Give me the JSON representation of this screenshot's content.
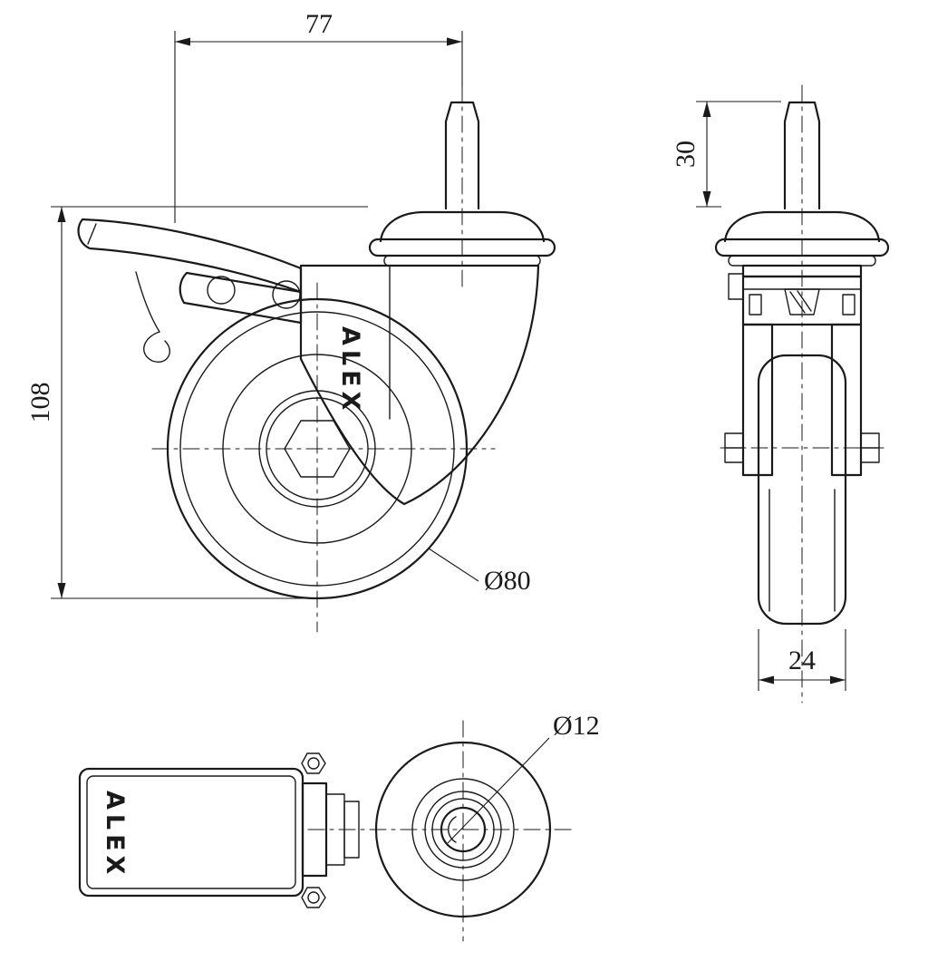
{
  "drawing": {
    "brand_label": "ALEX",
    "dimensions": {
      "overall_width": "77",
      "overall_height": "108",
      "wheel_diameter": "Ø80",
      "stem_height": "30",
      "wheel_width": "24",
      "bore_diameter": "Ø12"
    },
    "colors": {
      "line": "#1a1a1a",
      "background": "#ffffff"
    }
  }
}
